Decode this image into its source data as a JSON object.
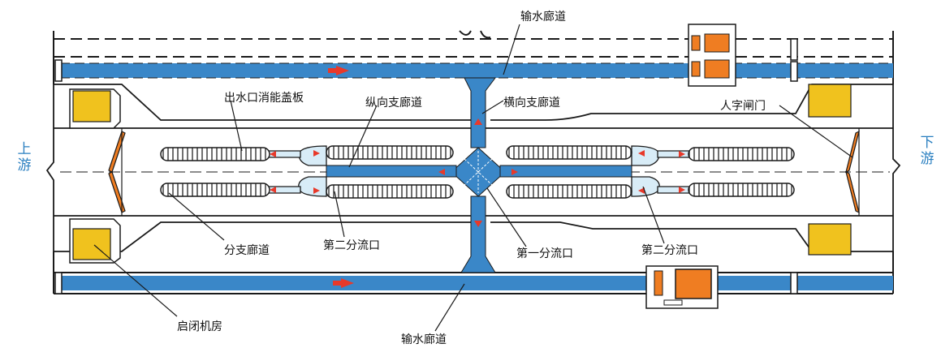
{
  "labels": {
    "main_conduit_top": "输水廊道",
    "main_conduit_bottom": "输水廊道",
    "energy_dissipation_cover": "出水口消能盖板",
    "longitudinal_branch": "纵向支廊道",
    "transverse_branch": "横向支廊道",
    "miter_gate": "人字闸门",
    "branch_gallery": "分支廊道",
    "second_split_left": "第二分流口",
    "first_split": "第一分流口",
    "second_split_right": "第二分流口",
    "hoist_room": "启闭机房"
  },
  "side": {
    "upstream": [
      "上",
      "游"
    ],
    "downstream": [
      "下",
      "游"
    ]
  },
  "colors": {
    "water": "#3a87c8",
    "outlet_fill": "#d8ecf7",
    "arrow": "#e8392a",
    "hoist": "#f0c21e",
    "valve": "#ef7d22",
    "gate": "#ef7d22",
    "line": "#1a1a1a",
    "side_text": "#2a7fc0"
  }
}
